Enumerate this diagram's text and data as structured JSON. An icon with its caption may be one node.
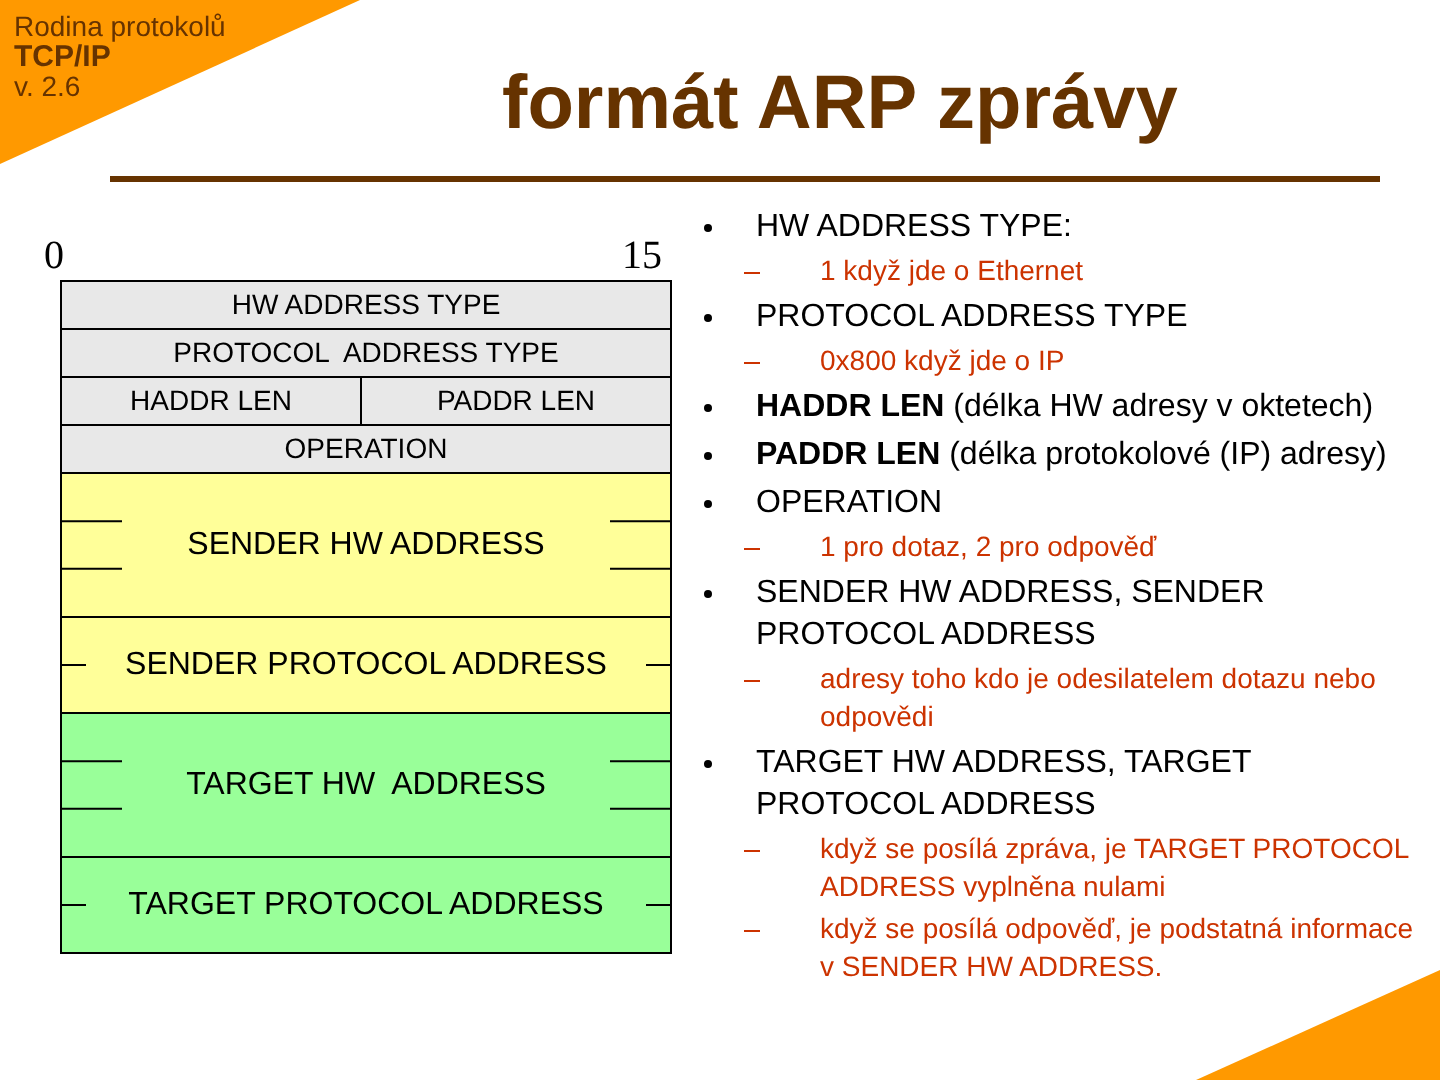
{
  "diagram": {
    "title": "formát ARP zprávy",
    "nodes": [
      {
        "text": [
          "HW ADDRESS TYPE"
        ]
      },
      {
        "text": [
          "PROTOCOL  ADDRESS TYPE"
        ]
      },
      {
        "text": [
          "HADDR LEN"
        ]
      },
      {
        "text": [
          "PADDR LEN"
        ]
      },
      {
        "text": [
          "OPERATION"
        ]
      },
      {
        "text": [
          "SENDER HW ADDRESS"
        ]
      },
      {
        "text": [
          "SENDER PROTOCOL ADDRESS"
        ]
      },
      {
        "text": [
          "TARGET HW  ADDRESS"
        ]
      },
      {
        "text": [
          "TARGET PROTOCOL ADDRESS"
        ]
      }
    ],
    "labels": [
      "Rodina protokolů",
      "TCP/IP",
      "v. 2.6",
      "0",
      "15",
      "HW ADDRESS TYPE:",
      "1 když jde o Ethernet",
      "PROTOCOL ADDRESS TYPE",
      "0x800 když jde o IP",
      "**HADDR LEN** (délka HW adresy v oktetech)",
      "**PADDR LEN** (délka protokolové (IP) adresy)",
      "OPERATION",
      "1 pro dotaz, 2 pro odpověď",
      "SENDER HW ADDRESS, SENDER PROTOCOL ADDRESS",
      "adresy toho kdo je odesilatelem dotazu nebo odpovědi",
      "TARGET HW ADDRESS, TARGET PROTOCOL ADDRESS",
      "když se posílá zpráva, je TARGET PROTOCOL ADDRESS vyplněna nulami",
      "když se posílá odpověď, je podstatná informace v SENDER HW ADDRESS."
    ]
  }
}
